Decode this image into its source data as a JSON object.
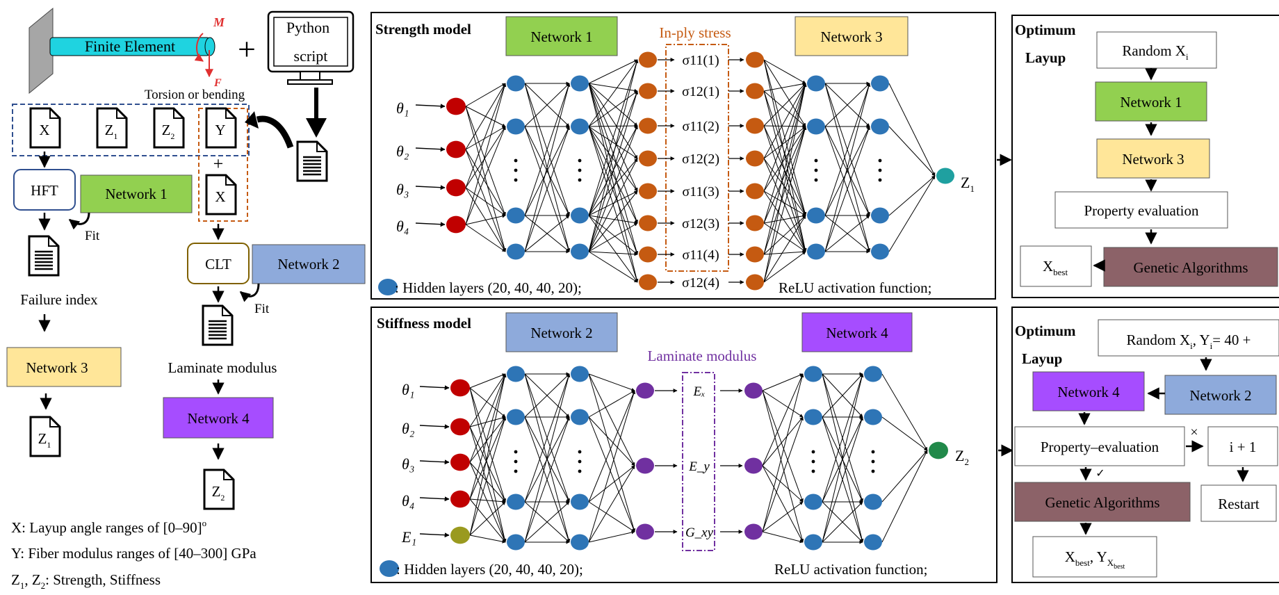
{
  "left": {
    "finite_element": "Finite Element",
    "moment_label": "M",
    "force_label": "F",
    "torsion": "Torsion or bending",
    "plus": "+",
    "python1": "Python",
    "python2": "script",
    "docs": {
      "x": "X",
      "z1": "Z",
      "z1_sub": "1",
      "z2": "Z",
      "z2_sub": "2",
      "y": "Y",
      "x2": "X",
      "z1b": "Z",
      "z1b_sub": "1",
      "z2b": "Z",
      "z2b_sub": "2"
    },
    "hft": "HFT",
    "network1": "Network 1",
    "fit": "Fit",
    "fit2": "Fit",
    "failure_index": "Failure index",
    "clt": "CLT",
    "network2": "Network 2",
    "laminate_modulus": "Laminate modulus",
    "network3": "Network 3",
    "network4": "Network 4",
    "legend_x_pre": "X: Layup angle ranges of [0–90]",
    "legend_x_sup": "o",
    "legend_y": "Y: Fiber modulus ranges of [40–300] GPa",
    "legend_z_a": "Z",
    "legend_z_s1": "1",
    "legend_z_b": ", Z",
    "legend_z_s2": "2",
    "legend_z_c": ": Strength, Stiffness"
  },
  "strength": {
    "title": "Strength model",
    "network1": "Network 1",
    "network3": "Network 3",
    "inply": "In-ply stress",
    "inputs": [
      "θ₁",
      "θ₂",
      "θ₃",
      "θ₄"
    ],
    "stresses": [
      "σ11(1)",
      "σ12(1)",
      "σ11(2)",
      "σ12(2)",
      "σ11(3)",
      "σ12(3)",
      "σ11(4)",
      "σ12(4)"
    ],
    "output": "Z",
    "output_sub": "1",
    "legend": ": Hidden layers (20, 40, 40, 20);",
    "relu": "ReLU activation function;"
  },
  "stiffness": {
    "title": "Stiffness model",
    "network2": "Network 2",
    "network4": "Network 4",
    "laminate": "Laminate modulus",
    "inputs": [
      "θ₁",
      "θ₂",
      "θ₃",
      "θ₄",
      "E₁"
    ],
    "moduli": [
      "Eₓ",
      "E_y",
      "G_xy"
    ],
    "output": "Z",
    "output_sub": "2",
    "legend": ": Hidden layers (20, 40, 40, 20);",
    "relu": "ReLU activation function;"
  },
  "opt1": {
    "title1": "Optimum",
    "title2": "Layup",
    "random": "Random X",
    "random_sub": "i",
    "network1": "Network 1",
    "network3": "Network 3",
    "property": "Property evaluation",
    "xbest": "X",
    "xbest_sub": "best",
    "ga": "Genetic Algorithms"
  },
  "opt2": {
    "title1": "Optimum",
    "title2": "Layup",
    "random_a": "Random X",
    "random_sub1": "i",
    "random_b": ", Y",
    "random_sub2": "i",
    "random_c": "= 40 +",
    "network4": "Network 4",
    "network2": "Network 2",
    "property": "Property–evaluation",
    "cross": "×",
    "check": "✓",
    "iplus": "i + 1",
    "ga": "Genetic Algorithms",
    "restart": "Restart",
    "xbest": "X",
    "xbest_sub": "best",
    "ybest": ", Y",
    "ybest_sub": "X",
    "ybest_subsub": "best"
  },
  "colors": {
    "green": "#92d050",
    "yellow": "#ffe699",
    "blue": "#8eaadb",
    "purple": "#a64dff",
    "mauve": "#8c6268",
    "orange": "#c55a11",
    "node_blue": "#2e75b6",
    "node_red": "#c00000",
    "node_olive": "#9a9a1f",
    "node_teal": "#1fa0a0",
    "node_green": "#21894a",
    "node_purple": "#7030a0"
  }
}
